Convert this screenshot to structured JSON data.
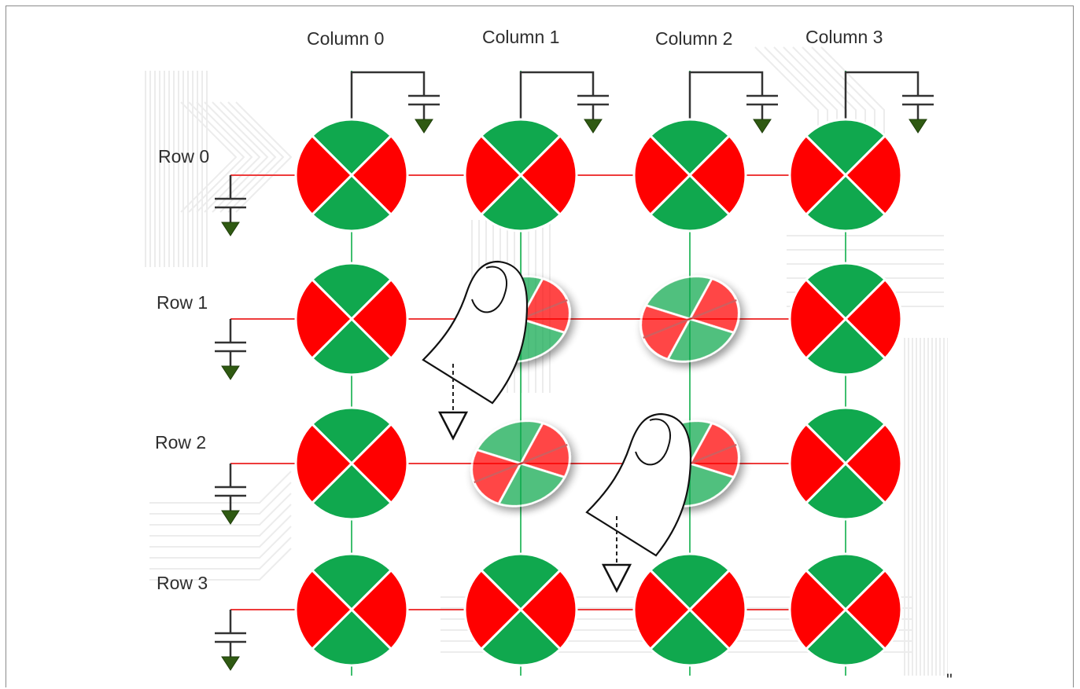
{
  "columns": [
    {
      "label": "Column 0"
    },
    {
      "label": "Column 1"
    },
    {
      "label": "Column 2"
    },
    {
      "label": "Column 3"
    }
  ],
  "rows": [
    {
      "label": "Row 0"
    },
    {
      "label": "Row 1"
    },
    {
      "label": "Row 2"
    },
    {
      "label": "Row 3"
    }
  ],
  "pressed_cells": [
    {
      "row": 1,
      "col": 1
    },
    {
      "row": 1,
      "col": 2
    },
    {
      "row": 2,
      "col": 1
    },
    {
      "row": 2,
      "col": 2
    }
  ],
  "touch_points": [
    {
      "label": "finger-touch-1"
    },
    {
      "label": "finger-touch-2"
    }
  ],
  "colors": {
    "sensor_green": "#10a84e",
    "sensor_red": "#ff0000",
    "column_wire": "#3fbf6f",
    "row_wire": "#ee3b3b",
    "ground_arrow": "#2f5a12"
  },
  "corner_mark": "ʺ"
}
